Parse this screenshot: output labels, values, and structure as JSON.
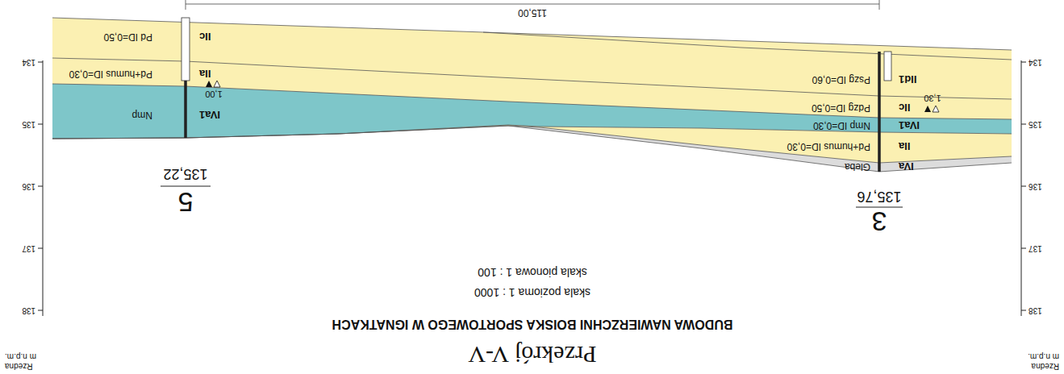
{
  "diagram": {
    "title": "Przekrój V-V",
    "labels": [
      "Rzedna",
      "m n.p.m.",
      "Rzedna",
      "m n.p.m.",
      "138",
      "137",
      "136",
      "135",
      "134",
      "138",
      "137",
      "136",
      "135",
      "134",
      "BUDOWA NAWIERZCHNI BOISKA SPORTOWEGO W IGNATKACH",
      "skala pozioma 1 : 1000",
      "skala pionowa 1 : 100",
      "3",
      "135,76",
      "5",
      "135,22",
      "IVa",
      "Gleba",
      "IIa",
      "Pd+humus ID=0,30",
      "IVa1",
      "Nmp ID=0,30",
      "IIc",
      "1,30",
      "Pdzg ID=0,50",
      "IId1",
      "Pszg ID=0,60",
      "IVa1",
      "1,00",
      "Nmp",
      "IIa",
      "Pd+humus ID=0,30",
      "IIc",
      "Pd ID=0,50",
      "115,00"
    ]
  }
}
